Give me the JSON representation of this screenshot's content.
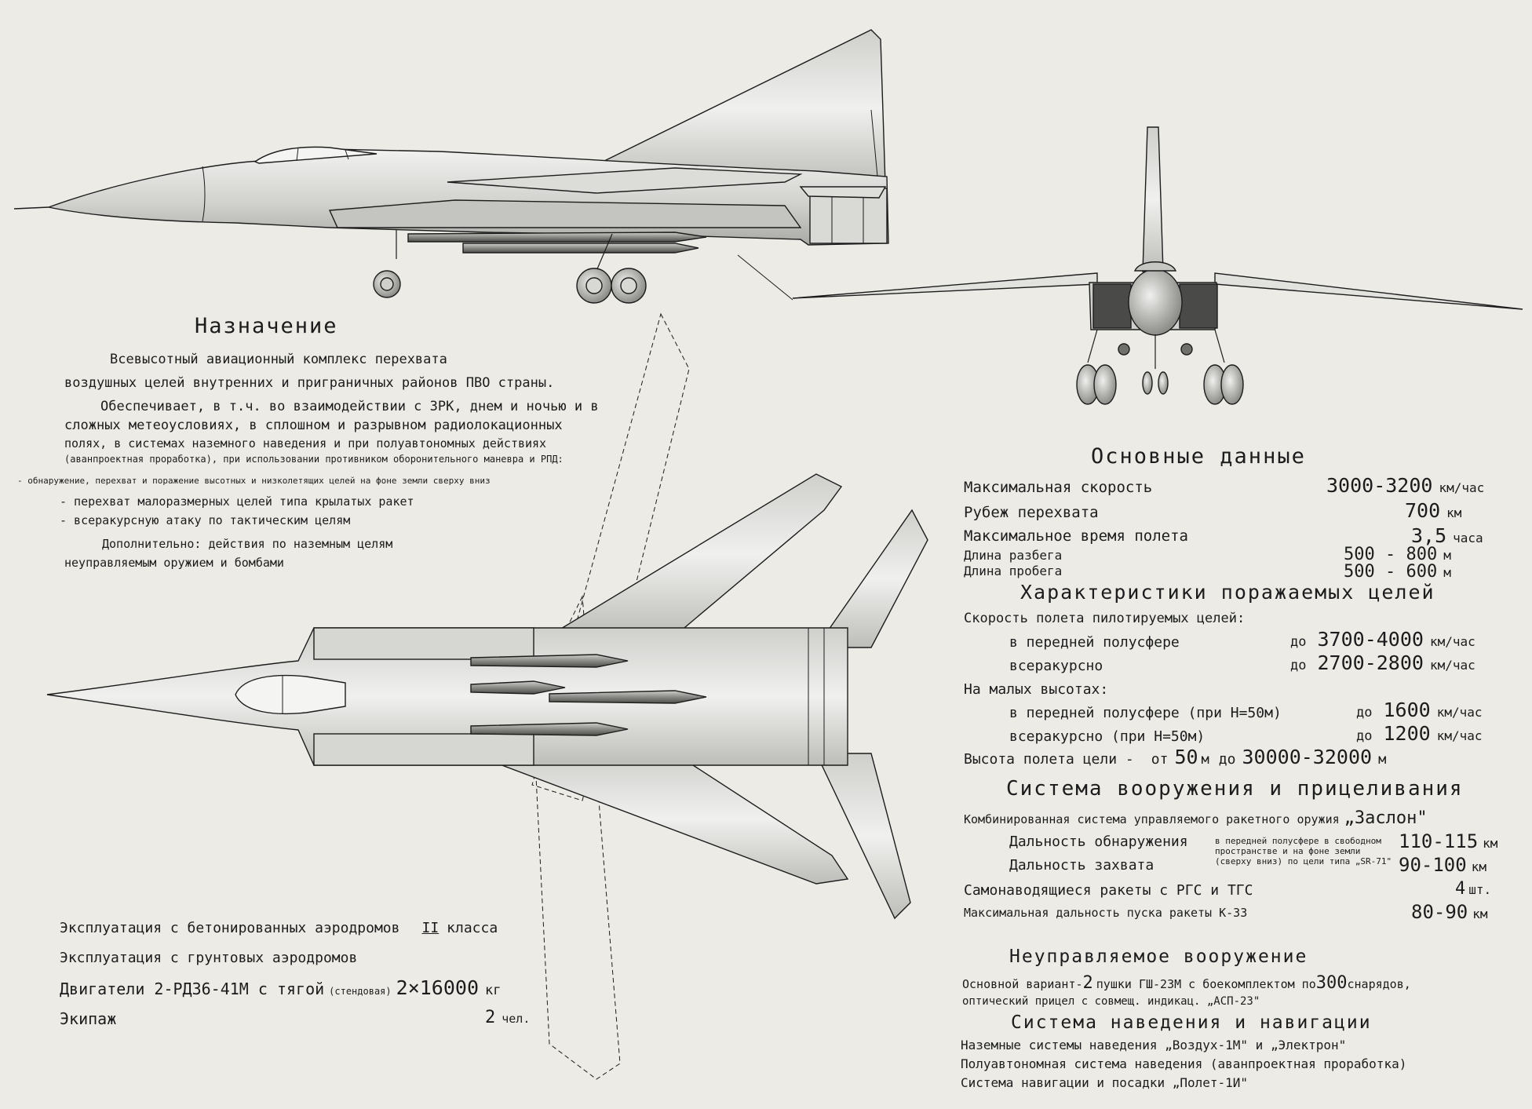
{
  "purpose": {
    "title": "Назначение",
    "lines": [
      "Всевысотный авиационный комплекс перехвата",
      "воздушных целей внутренних и приграничных районов ПВО страны.",
      "Обеспечивает, в т.ч. во взаимодействии с ЗРК, днем и ночью и в",
      "сложных метеоусловиях, в сплошном и разрывном радиолокационных",
      "полях, в системах наземного наведения и при полуавтономных действиях",
      "(аванпроектная проработка), при использовании противником оборонительного маневра и РПД:",
      "- обнаружение, перехват и поражение высотных и низколетящих целей на фоне земли сверху вниз",
      "- перехват малоразмерных целей типа крылатых ракет",
      "- всеракурсную атаку по тактическим целям",
      "Дополнительно: действия по наземным целям",
      "неуправляемым оружием и бомбами"
    ]
  },
  "operation": {
    "concrete_label": "Эксплуатация с бетонированных аэродромов",
    "concrete_class": "II",
    "concrete_class_word": "класса",
    "ground_label": "Эксплуатация с грунтовых аэродромов",
    "engines_label": "Двигатели 2-РД36-41М с тягой",
    "engines_note": "(стендовая)",
    "engines_value": "2×16000",
    "engines_unit": "кг",
    "crew_label": "Экипаж",
    "crew_value": "2",
    "crew_unit": "чел."
  },
  "main_data": {
    "title": "Основные данные",
    "rows": [
      {
        "label": "Максимальная скорость",
        "value": "3000-3200",
        "unit": "км/час"
      },
      {
        "label": "Рубеж перехвата",
        "value": "700",
        "unit": "км"
      },
      {
        "label": "Максимальное время полета",
        "value": "3,5",
        "unit": "часа"
      },
      {
        "label": "Длина разбега",
        "value": "500 - 800",
        "unit": "м"
      },
      {
        "label": "Длина пробега",
        "value": "500 - 600",
        "unit": "м"
      }
    ]
  },
  "targets": {
    "title": "Характеристики поражаемых целей",
    "speed_label": "Скорость полета пилотируемых целей:",
    "front_label": "в передней полусфере",
    "front_pre": "до",
    "front_value": "3700-4000",
    "front_unit": "км/час",
    "all_label": "всеракурсно",
    "all_pre": "до",
    "all_value": "2700-2800",
    "all_unit": "км/час",
    "low_label": "На малых высотах:",
    "low_front_label": "в передней полусфере (при Н=50м)",
    "low_front_pre": "до",
    "low_front_value": "1600",
    "low_front_unit": "км/час",
    "low_all_label": "всеракурсно (при Н=50м)",
    "low_all_pre": "до",
    "low_all_value": "1200",
    "low_all_unit": "км/час",
    "alt_label": "Высота полета цели -",
    "alt_from": "от",
    "alt_from_value": "50",
    "alt_from_unit": "м",
    "alt_to": "до",
    "alt_to_value": "30000-32000",
    "alt_to_unit": "м"
  },
  "weapons": {
    "title": "Система вооружения и прицеливания",
    "combined_label": "Комбинированная система управляемого ракетного оружия",
    "combined_name": "„Заслон\"",
    "detect_label": "Дальность обнаружения",
    "detect_value": "110-115",
    "detect_unit": "км",
    "capture_label": "Дальность захвата",
    "capture_value": "90-100",
    "capture_unit": "км",
    "note_lines": [
      "в передней полусфере в свободном",
      "пространстве и на фоне земли",
      "(сверху вниз) по цели типа „SR-71\""
    ],
    "missiles_label": "Самонаводящиеся ракеты с РГС и ТГС",
    "missiles_value": "4",
    "missiles_unit": "шт.",
    "range_label": "Максимальная дальность пуска ракеты К-33",
    "range_value": "80-90",
    "range_unit": "км"
  },
  "unguided": {
    "title": "Неуправляемое вооружение",
    "line1_a": "Основной вариант-",
    "line1_b": "2",
    "line1_c": "пушки ГШ-23М с боекомплектом по",
    "line1_d": "300",
    "line1_e": "снарядов,",
    "line2": "оптический прицел с совмещ. индикац. „АСП-23\""
  },
  "navigation": {
    "title": "Система наведения и навигации",
    "lines": [
      "Наземные системы наведения „Воздух-1М\" и „Электрон\"",
      "Полуавтономная система наведения (аванпроектная проработка)",
      "Система навигации и посадки „Полет-1И\""
    ]
  },
  "colors": {
    "paper": "#ecebe6",
    "ink": "#1c1c1c",
    "metal_light": "#e4e4e2",
    "metal_mid": "#c9c9c6",
    "metal_dark": "#9c9c98",
    "intake_dark": "#4a4a48"
  }
}
